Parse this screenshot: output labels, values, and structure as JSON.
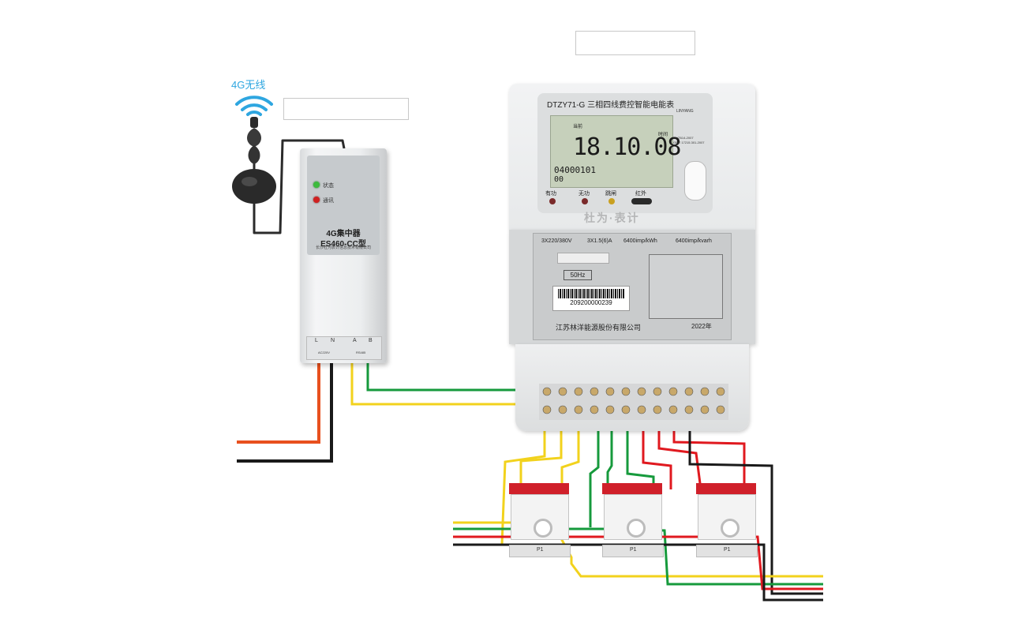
{
  "wireless_label": "4G无线",
  "concentrator": {
    "status_label": "状态",
    "comm_label": "通讯",
    "title_line1": "4G集中器",
    "title_line2": "ES460-CC型",
    "company": "长沙杜为表计信息技术有限公司",
    "terminals": [
      "L",
      "N",
      "A",
      "B"
    ],
    "terminal_sub": [
      "AC220V",
      "RS485"
    ]
  },
  "meter": {
    "model_title": "DTZY71-G 三相四线费控智能电能表",
    "brand": "LINYANG",
    "lcd_value": "18.10.08",
    "lcd_top_label": "当前",
    "lcd_time_label": "时间",
    "lcd_code": "04000101",
    "lcd_code2": "00",
    "cert_lines": [
      "DL/T614-2007",
      "GB/T 17215.301-2007"
    ],
    "indicators": [
      "有功",
      "无功",
      "跳闸",
      "红外"
    ],
    "spec_voltage": "3X220/380V",
    "spec_current": "3X1.5(6)A",
    "spec_imp_kwh": "6400imp/kWh",
    "spec_imp_kvarh": "6400imp/kvarh",
    "freq": "50Hz",
    "barcode": "209200000239",
    "manufacturer": "江苏林洋能源股份有限公司",
    "year": "2022年"
  },
  "watermark": "杜为·表计",
  "ct_label": "P1",
  "colors": {
    "red_wire": "#e0191f",
    "black_wire": "#1a1a1a",
    "yellow_wire": "#f2d21c",
    "green_wire": "#169a3c",
    "orange_wire": "#e8501e",
    "wifi_blue": "#2ea6e0"
  }
}
